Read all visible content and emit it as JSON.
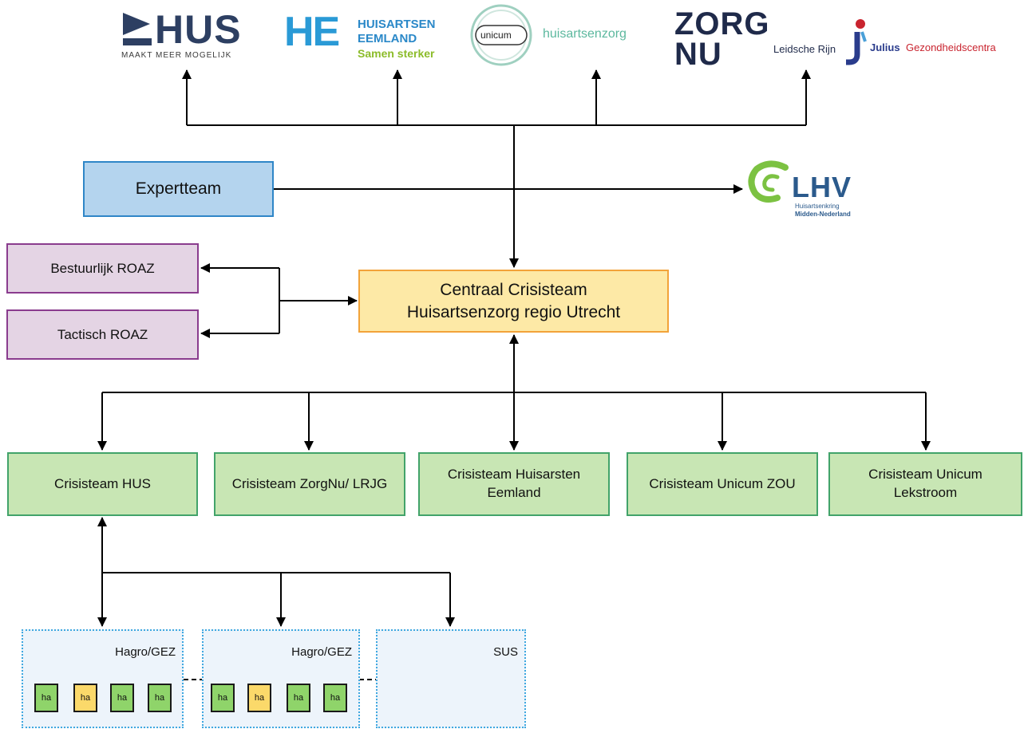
{
  "logos": {
    "hus": {
      "text": "HUS",
      "tagline": "MAAKT MEER MOGELIJK"
    },
    "he": {
      "mark": "HE",
      "line1": "HUISARTSEN",
      "line2": "EEMLAND",
      "tagline": "Samen sterker"
    },
    "unicum": {
      "badge": "unicum",
      "text": "huisartsenzorg"
    },
    "zorgnu": {
      "row1": "ZORG",
      "row2": "NU",
      "sub": "Leidsche Rijn"
    },
    "julius": {
      "bold": "Julius",
      "rest": "Gezondheidscentra"
    },
    "lhv": {
      "text": "LHV",
      "line1": "Huisartsenkring",
      "line2": "Midden-Nederland"
    }
  },
  "nodes": {
    "expertteam": "Expertteam",
    "bestuurlijk": "Bestuurlijk ROAZ",
    "tactisch": "Tactisch ROAZ",
    "central_line1": "Centraal Crisisteam",
    "central_line2": "Huisartsenzorg regio Utrecht",
    "hus": "Crisisteam HUS",
    "zorgnu": "Crisisteam ZorgNu/ LRJG",
    "eemland_line1": "Crisisteam Huisarsten",
    "eemland_line2": "Eemland",
    "zou": "Crisisteam Unicum ZOU",
    "lekstroom_line1": "Crisisteam Unicum",
    "lekstroom_line2": "Lekstroom"
  },
  "groups": [
    {
      "label": "Hagro/GEZ",
      "items": [
        "ha",
        "ha",
        "ha",
        "ha"
      ],
      "colors": [
        "green",
        "yellow",
        "green",
        "green"
      ]
    },
    {
      "label": "Hagro/GEZ",
      "items": [
        "ha",
        "ha",
        "ha",
        "ha"
      ],
      "colors": [
        "green",
        "yellow",
        "green",
        "green"
      ]
    },
    {
      "label": "SUS",
      "items": []
    }
  ],
  "colors": {
    "blue_fill": "#b4d4ee",
    "purple_fill": "#e4d4e4",
    "orange_fill": "#fde9a6",
    "green_fill": "#c8e6b4",
    "ha_green": "#8fd46a",
    "ha_yellow": "#fbd96a"
  }
}
